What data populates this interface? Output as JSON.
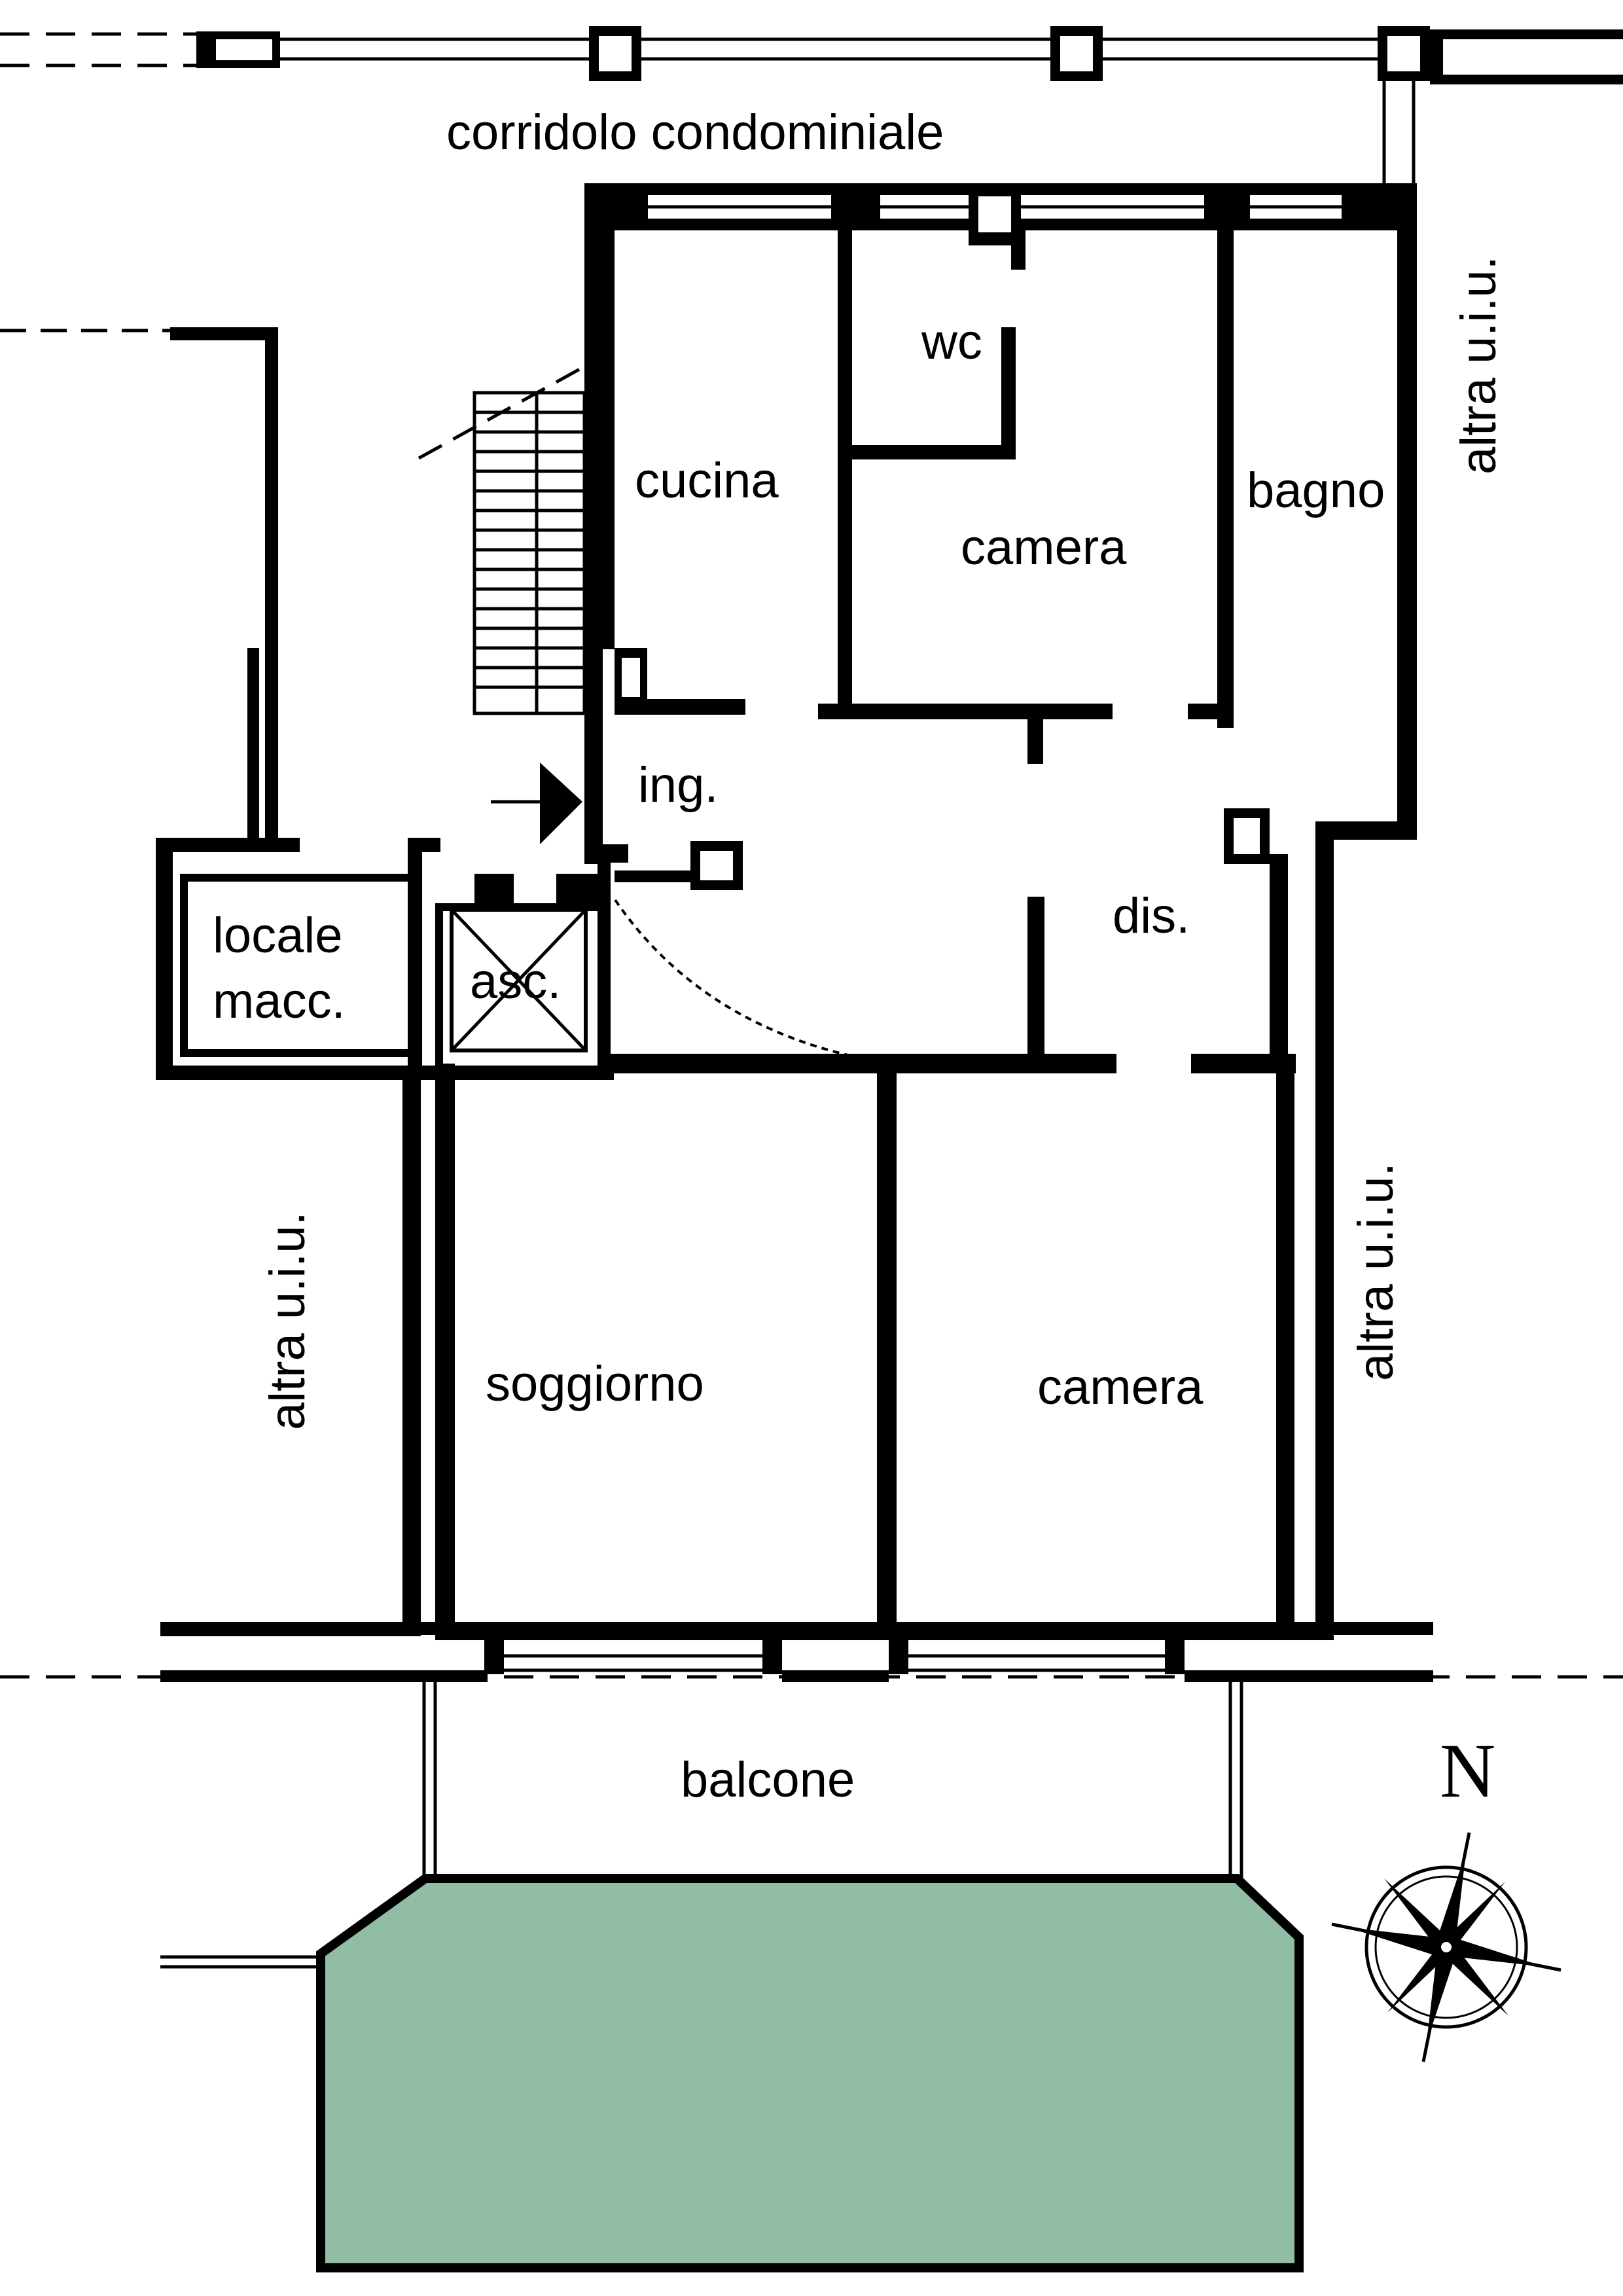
{
  "plan": {
    "rooms": {
      "corridor": "corridolo condominiale",
      "kitchen": "cucina",
      "wc": "wc",
      "bedroom_top": "camera",
      "bathroom": "bagno",
      "entrance": "ing.",
      "hallway": "dis.",
      "machine_room": [
        "locale",
        "macc."
      ],
      "lift": "asc.",
      "living": "soggiorno",
      "bedroom_bottom": "camera",
      "balcony": "balcone"
    },
    "neighbors": {
      "right_top": "altra u.i.u.",
      "left": "altra u.i.u.",
      "right_bottom": "altra u.i.u."
    },
    "compass_north": "N",
    "garden_color": "#92bda5"
  }
}
